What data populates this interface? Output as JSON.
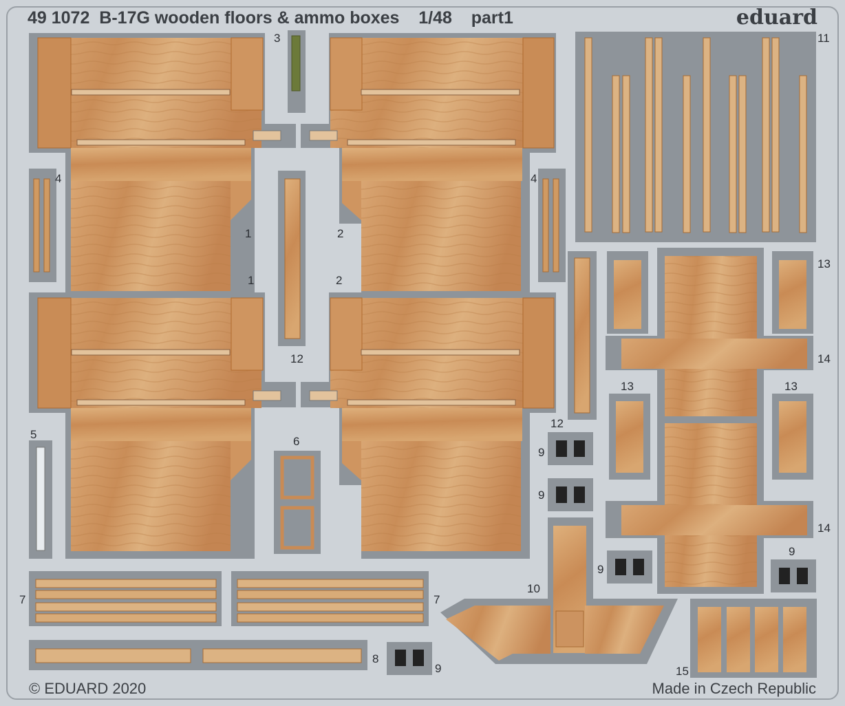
{
  "header": {
    "code": "49 1072",
    "title": "B-17G wooden floors & ammo boxes",
    "scale": "1/48",
    "part": "part1",
    "brand": "eduard"
  },
  "footer": {
    "copyright": "© EDUARD 2020",
    "origin": "Made in Czech Republic"
  },
  "part_numbers": [
    "1",
    "1",
    "2",
    "2",
    "3",
    "4",
    "4",
    "5",
    "6",
    "7",
    "7",
    "8",
    "9",
    "9",
    "9",
    "9",
    "9",
    "10",
    "11",
    "12",
    "12",
    "13",
    "13",
    "13",
    "14",
    "14",
    "15"
  ],
  "colors": {
    "sheet": "#ced3d8",
    "frame": "#8e949a",
    "wood": "#d6a270",
    "wood_grain": "#c68a55",
    "wood_edge": "#b06a2e",
    "etch_green": "#6c7a3a",
    "text": "#3b3f44"
  }
}
